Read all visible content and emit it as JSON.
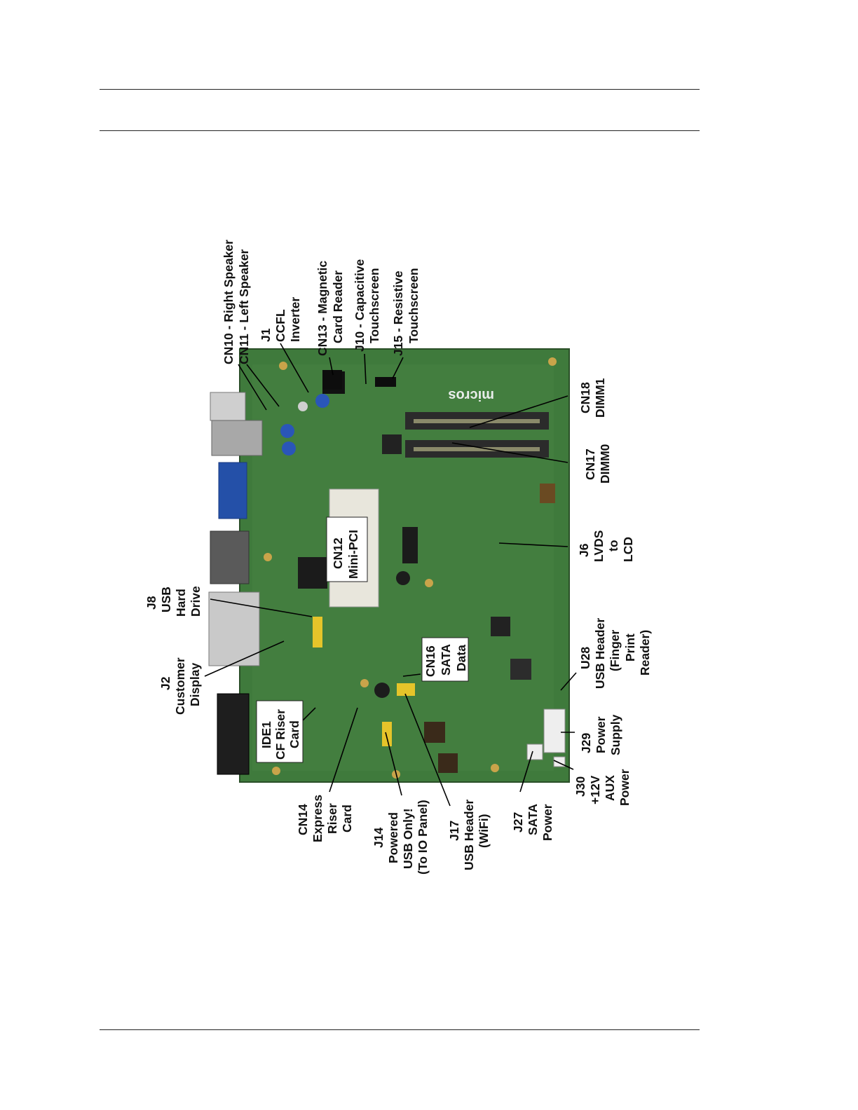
{
  "labels": {
    "cn10": "CN10 - Right Speaker",
    "cn11": "CN11 - Left Speaker",
    "j1": [
      "J1",
      "CCFL",
      "Inverter"
    ],
    "cn13": [
      "CN13 - Magnetic",
      "Card Reader"
    ],
    "j10": [
      "J10 - Capacitive",
      "Touchscreen"
    ],
    "j15": [
      "J15 - Resistive",
      "Touchscreen"
    ],
    "cn18": [
      "CN18",
      "DIMM1"
    ],
    "cn17": [
      "CN17",
      "DIMM0"
    ],
    "j6": [
      "J6",
      "LVDS",
      "to",
      "LCD"
    ],
    "u28": [
      "U28",
      "USB Header",
      "(Finger",
      "Print",
      "Reader)"
    ],
    "j29": [
      "J29",
      "Power",
      "Supply"
    ],
    "j30": [
      "J30",
      "+12V",
      "AUX",
      "Power"
    ],
    "j27": [
      "J27",
      "SATA",
      "Power"
    ],
    "j17": [
      "J17",
      "USB Header",
      "(WiFi)"
    ],
    "j14": [
      "J14",
      "Powered",
      "USB Only!",
      "(To IO Panel)"
    ],
    "cn14": [
      "CN14",
      "Express",
      "Riser",
      "Card"
    ],
    "ide1": [
      "IDE1",
      "CF Riser",
      "Card"
    ],
    "j2": [
      "J2",
      "Customer",
      "Display"
    ],
    "j8": [
      "J8",
      "USB",
      "Hard",
      "Drive"
    ],
    "cn12": [
      "CN12",
      "Mini-PCI"
    ],
    "cn16": [
      "CN16",
      "SATA",
      "Data"
    ]
  },
  "board_marking": "micros",
  "colors": {
    "pcb": "#3f7a3c",
    "pcb_dark": "#2e5e2c",
    "rule": "#222222"
  }
}
